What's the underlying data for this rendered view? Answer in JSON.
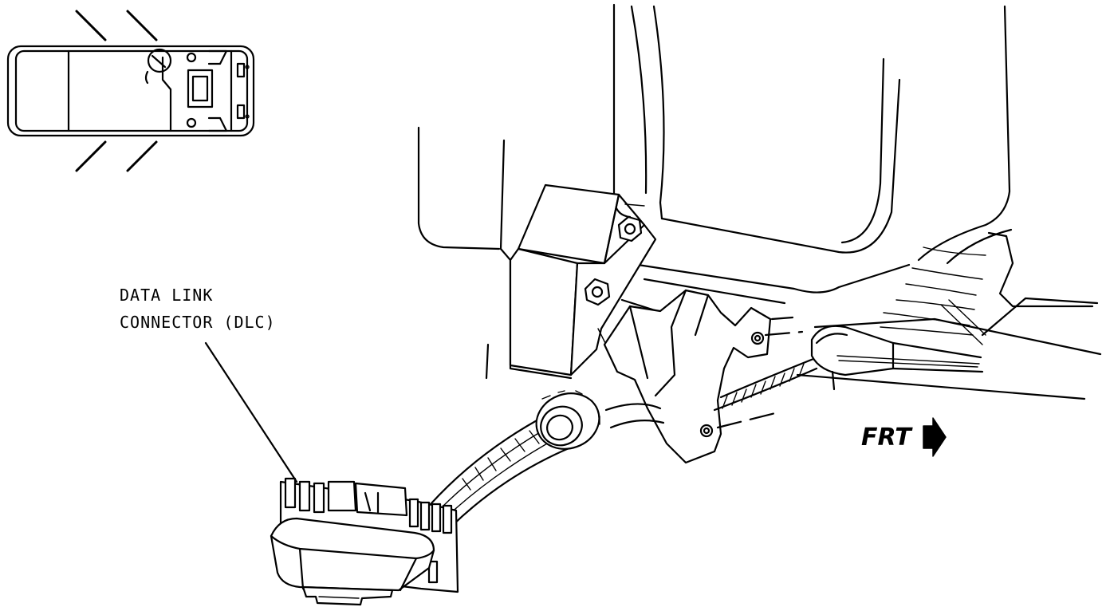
{
  "callout": {
    "line1": "DATA LINK",
    "line2": "CONNECTOR (DLC)"
  },
  "direction": {
    "label": "FRT"
  }
}
